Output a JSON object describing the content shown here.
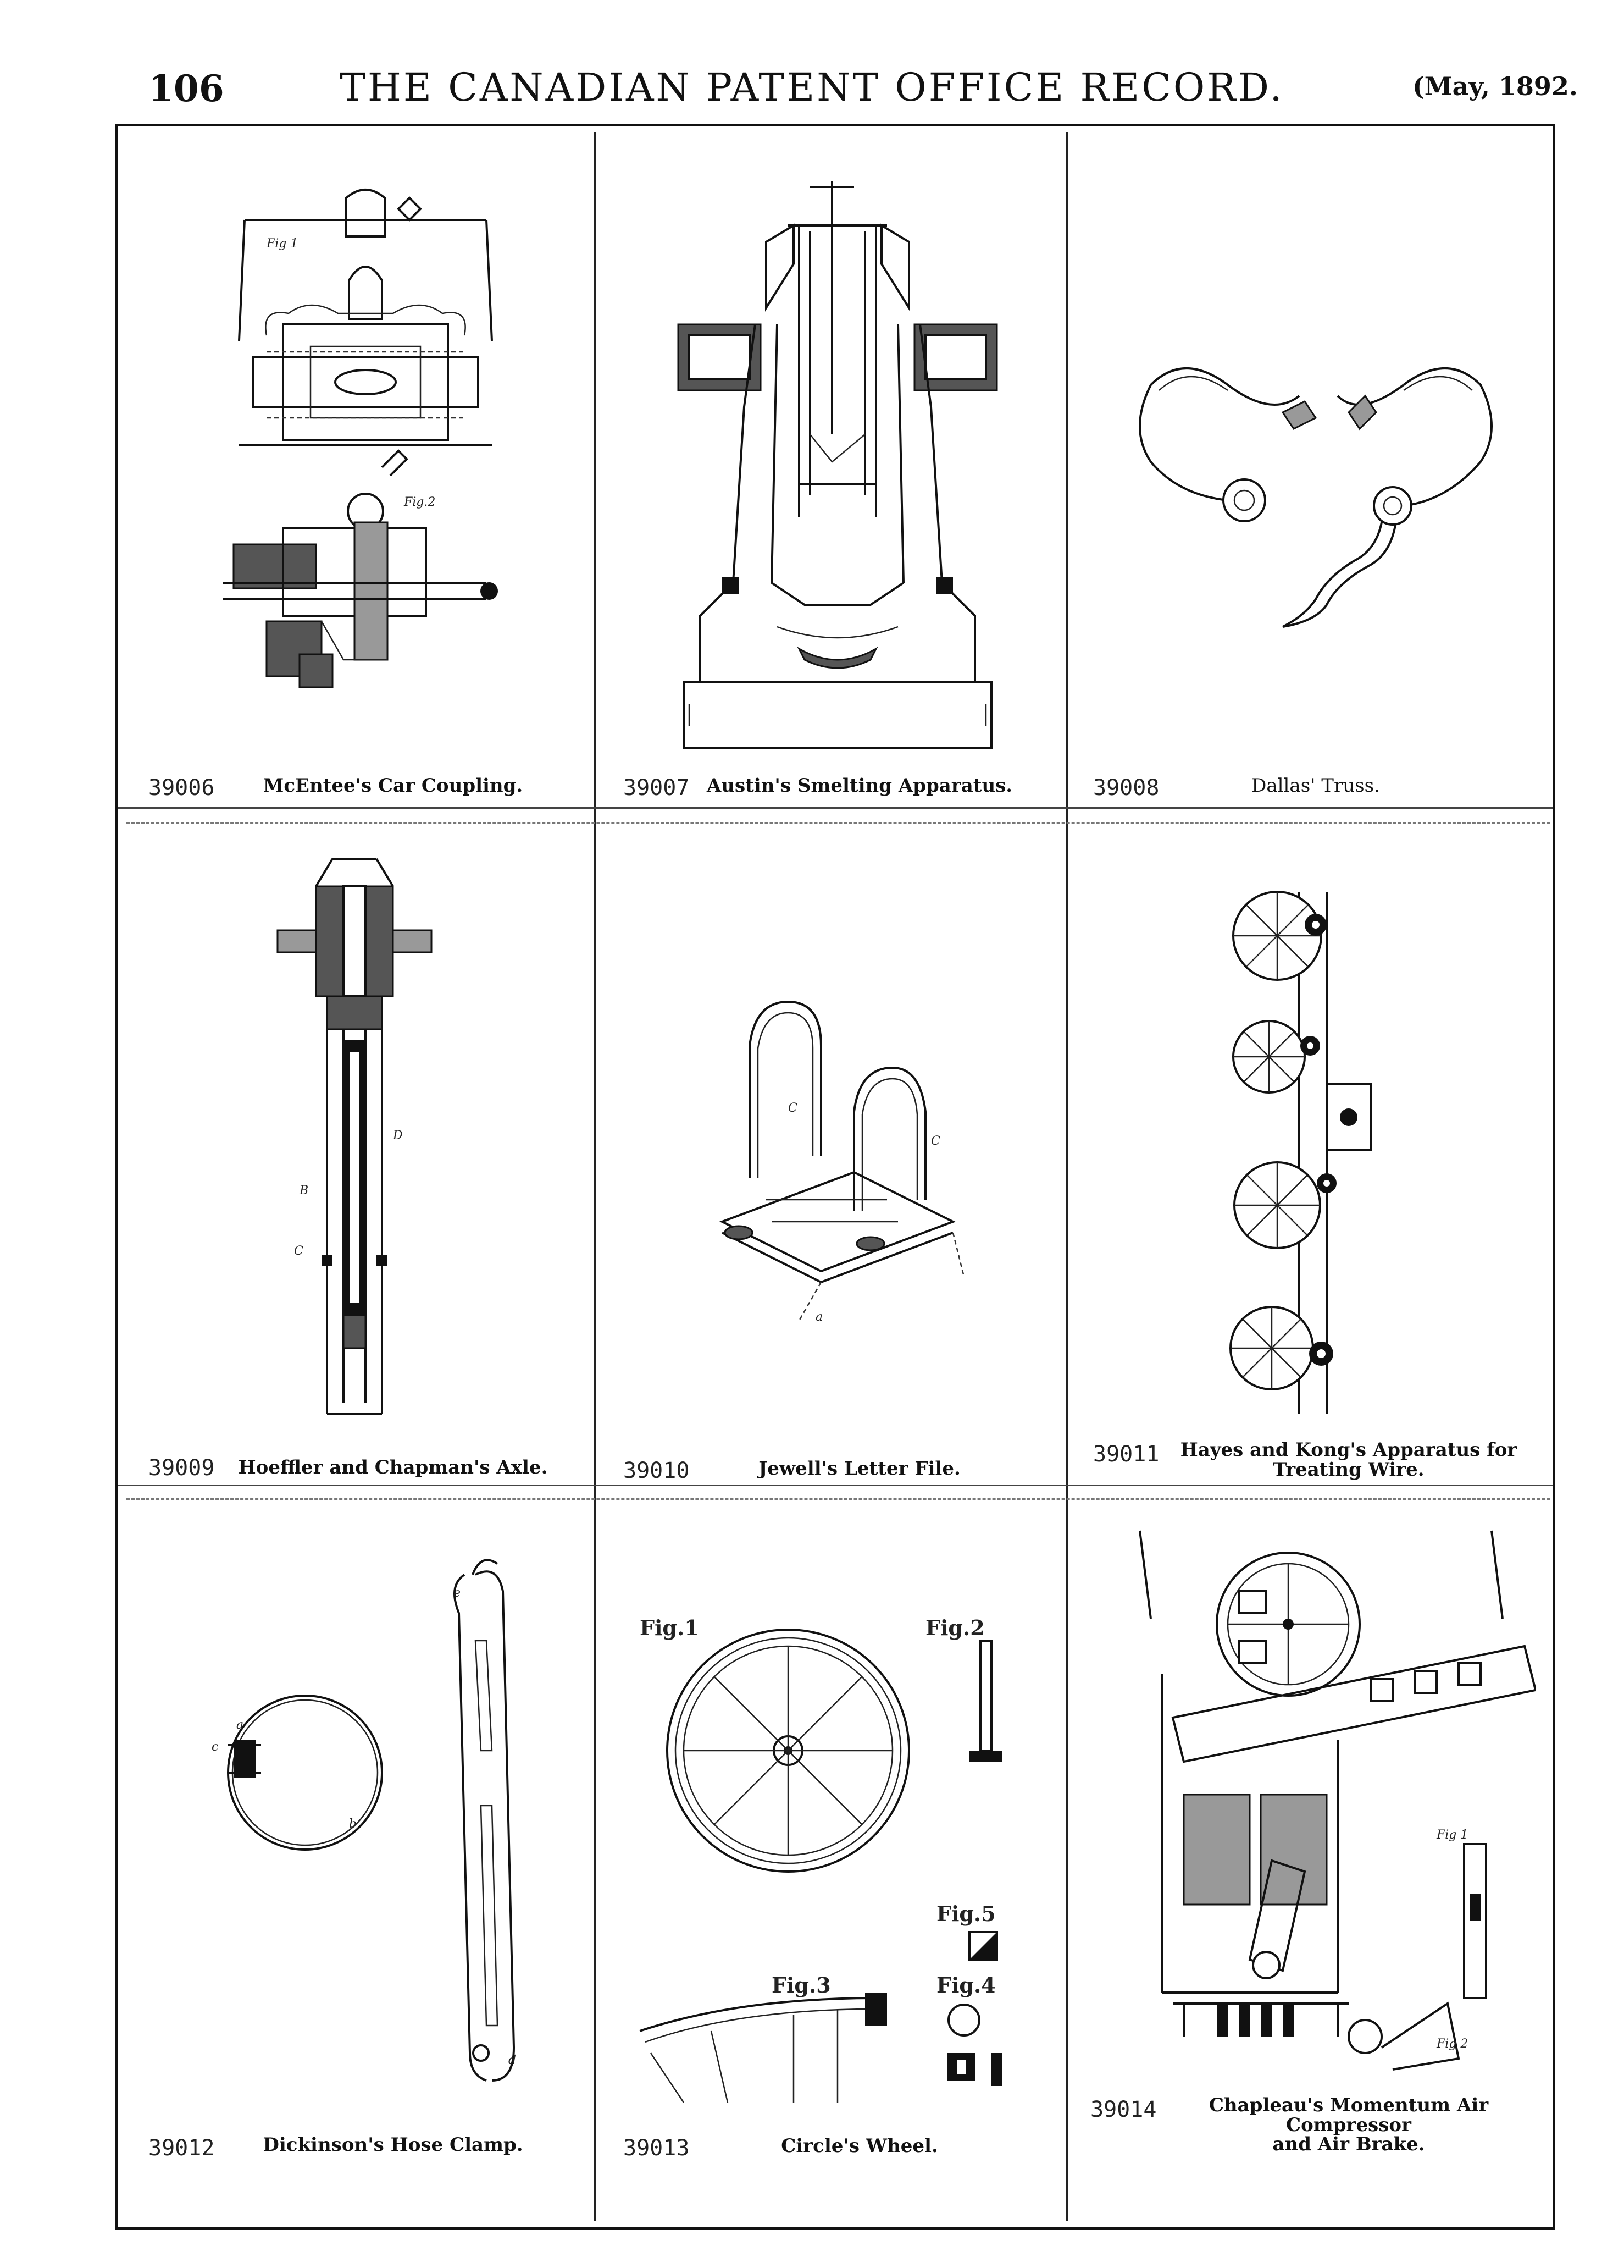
{
  "header": {
    "page_number": "106",
    "title": "THE CANADIAN PATENT OFFICE RECORD.",
    "date": "(May, 1892."
  },
  "patents": [
    {
      "number": "39006",
      "caption": "McEntee's Car Coupling."
    },
    {
      "number": "39007",
      "caption": "Austin's Smelting Apparatus."
    },
    {
      "number": "39008",
      "caption": "Dallas' Truss."
    },
    {
      "number": "39009",
      "caption": "Hoeffler and Chapman's Axle."
    },
    {
      "number": "39010",
      "caption": "Jewell's Letter File."
    },
    {
      "number": "39011",
      "caption": "Hayes and Kong's Apparatus for\nTreating Wire."
    },
    {
      "number": "39012",
      "caption": "Dickinson's Hose Clamp."
    },
    {
      "number": "39013",
      "caption": "Circle's Wheel."
    },
    {
      "number": "39014",
      "caption": "Chapleau's Momentum Air Compressor\nand Air Brake."
    }
  ],
  "figure_labels": {
    "fig1": "Fig 1",
    "fig2": "Fig.2",
    "fig3": "Fig.3",
    "fig4": "Fig.4",
    "fig5": "Fig.5",
    "fig_1": "Fig.1",
    "fig_2": "Fig.2"
  }
}
